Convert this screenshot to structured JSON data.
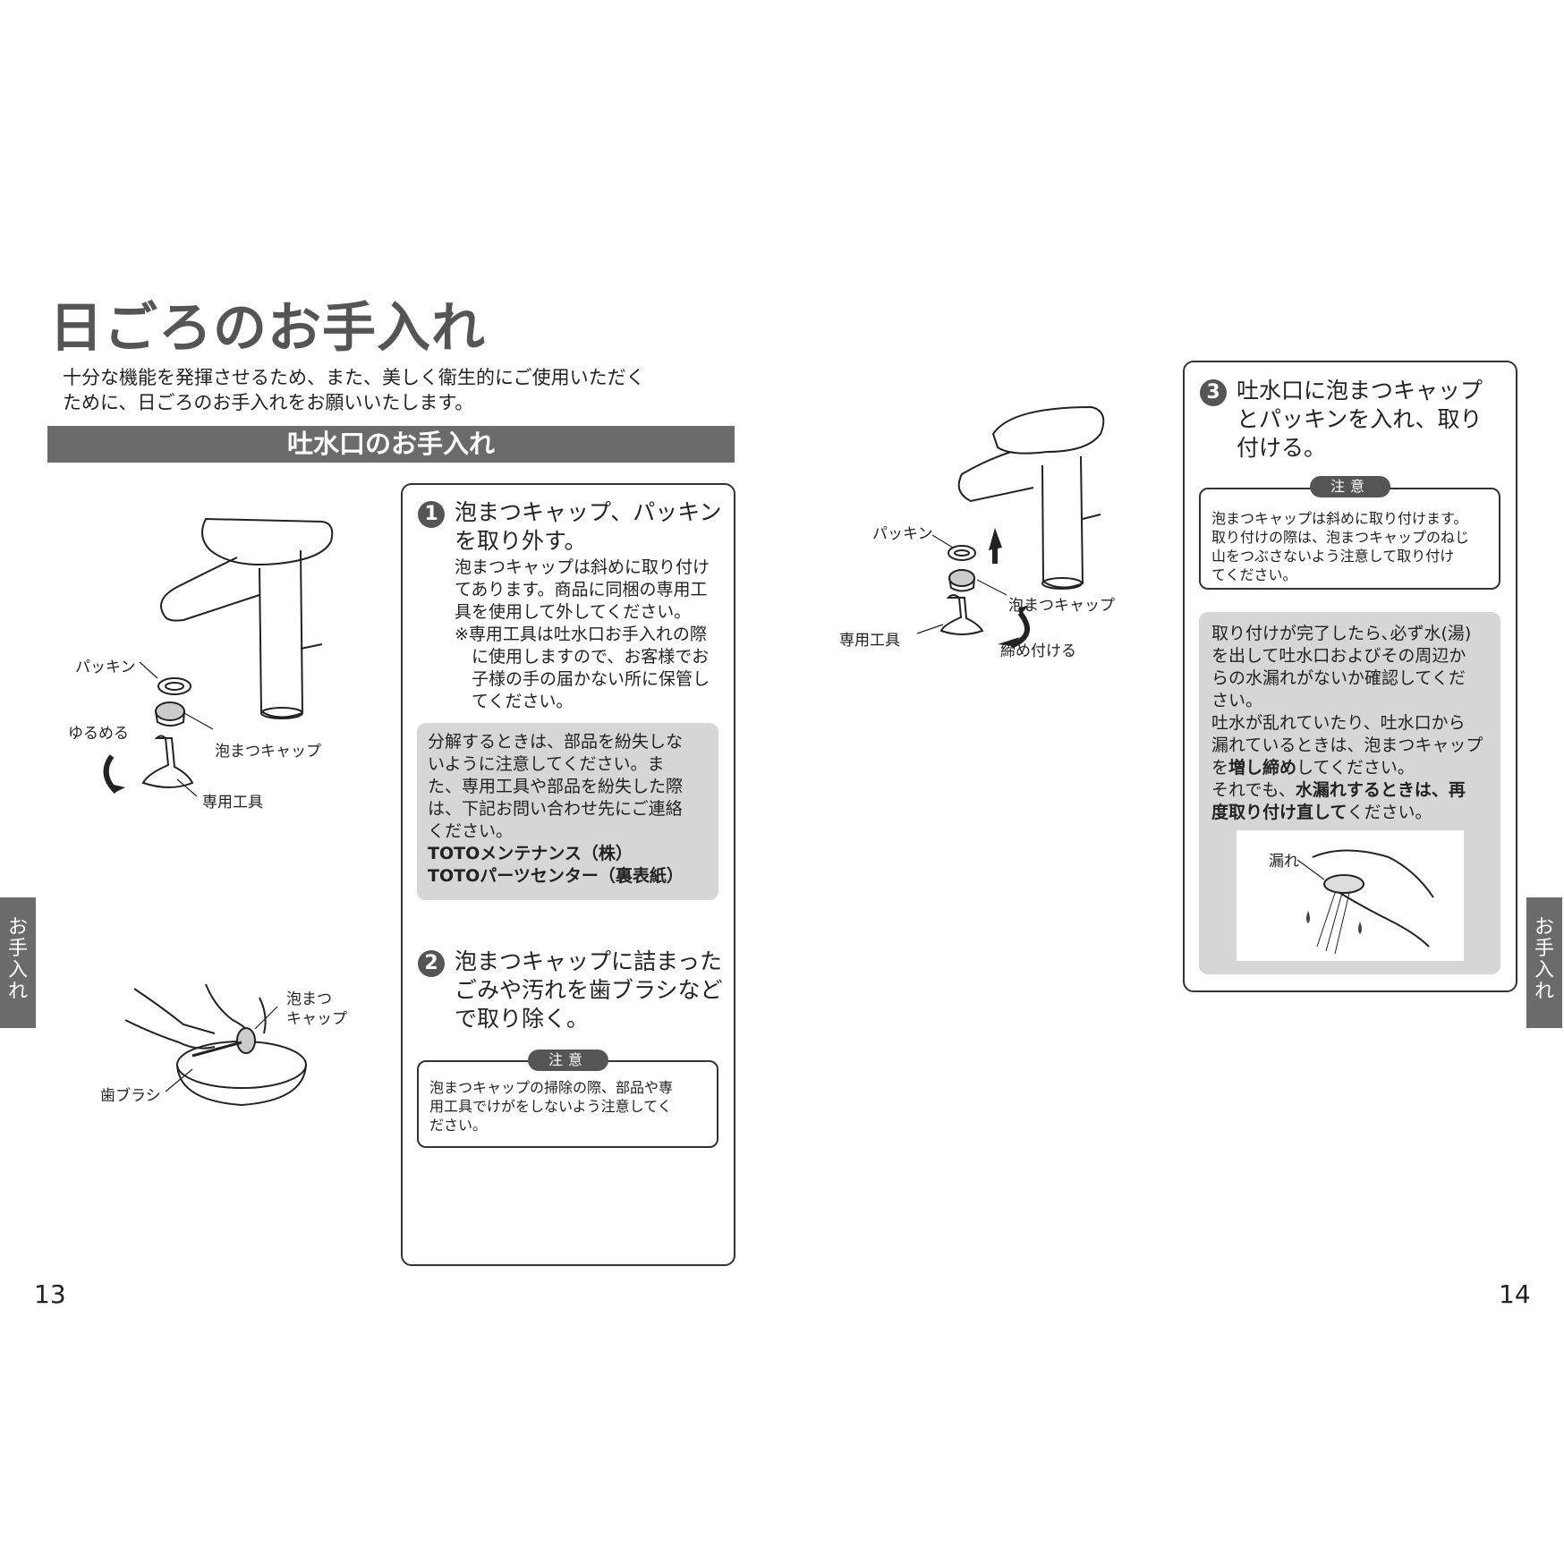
{
  "page": {
    "title": "日ごろのお手入れ",
    "intro_lines": [
      "十分な機能を発揮させるため、また、美しく衛生的にご使用いただく",
      "ために、日ごろのお手入れをお願いいたします。"
    ],
    "section_title": "吐水口のお手入れ"
  },
  "step1": {
    "number": "1",
    "heading_lines": [
      "泡まつキャップ、パッキン",
      "を取り外す。"
    ],
    "body_lines": [
      "泡まつキャップは斜めに取り付け",
      "てあります。商品に同梱の専用工",
      "具を使用して外してください。",
      "※専用工具は吐水口お手入れの際",
      "　に使用しますので、お客様でお",
      "　子様の手の届かない所に保管し",
      "　てください。"
    ],
    "note_lines": [
      "分解するときは、部品を紛失しな",
      "いように注意してください。ま",
      "た、専用工具や部品を紛失した際",
      "は、下記お問い合わせ先にご連絡",
      "ください。"
    ],
    "note_bold_lines": [
      "TOTOメンテナンス（株）",
      "TOTOパーツセンター（裏表紙）"
    ]
  },
  "step2": {
    "number": "2",
    "heading_lines": [
      "泡まつキャップに詰まった",
      "ごみや汚れを歯ブラシなど",
      "で取り除く。"
    ],
    "caution_tag": "注意",
    "caution_lines": [
      "泡まつキャップの掃除の際、部品や専",
      "用工具でけがをしないよう注意してく",
      "ださい。"
    ]
  },
  "step3": {
    "number": "3",
    "heading_lines": [
      "吐水口に泡まつキャップ",
      "とパッキンを入れ、取り",
      "付ける。"
    ],
    "caution_tag": "注意",
    "caution_lines": [
      "泡まつキャップは斜めに取り付けます。",
      "取り付けの際は、泡まつキャップのねじ",
      "山をつぶさないよう注意して取り付け",
      "てください。"
    ],
    "note": {
      "p1": [
        "取り付けが完了したら､必ず水(湯)",
        "を出して吐水口およびその周辺か",
        "らの水漏れがないか確認してくだ",
        "さい。"
      ],
      "p2_lines": [
        "吐水が乱れていたり、吐水口から",
        "漏れているときは、泡まつキャップ"
      ],
      "p2_pre": "を",
      "p2_bold": "増し締め",
      "p2_post": "してください。",
      "p3_pre": "それでも、",
      "p3_bold1": "水漏れするときは、再",
      "p3_bold2": "度取り付け直して",
      "p3_post": "ください。",
      "leak_label": "漏れ"
    }
  },
  "illustrations": {
    "fig1": {
      "packing": "パッキン",
      "loosen": "ゆるめる",
      "cap": "泡まつキャップ",
      "tool": "専用工具"
    },
    "fig2": {
      "cap_line1": "泡まつ",
      "cap_line2": "キャップ",
      "brush": "歯ブラシ"
    },
    "fig3": {
      "packing": "パッキン",
      "cap": "泡まつキャップ",
      "tool": "専用工具",
      "tighten": "締め付ける"
    }
  },
  "page_numbers": {
    "left": "13",
    "right": "14"
  },
  "side_tab": [
    "お",
    "手",
    "入",
    "れ"
  ]
}
